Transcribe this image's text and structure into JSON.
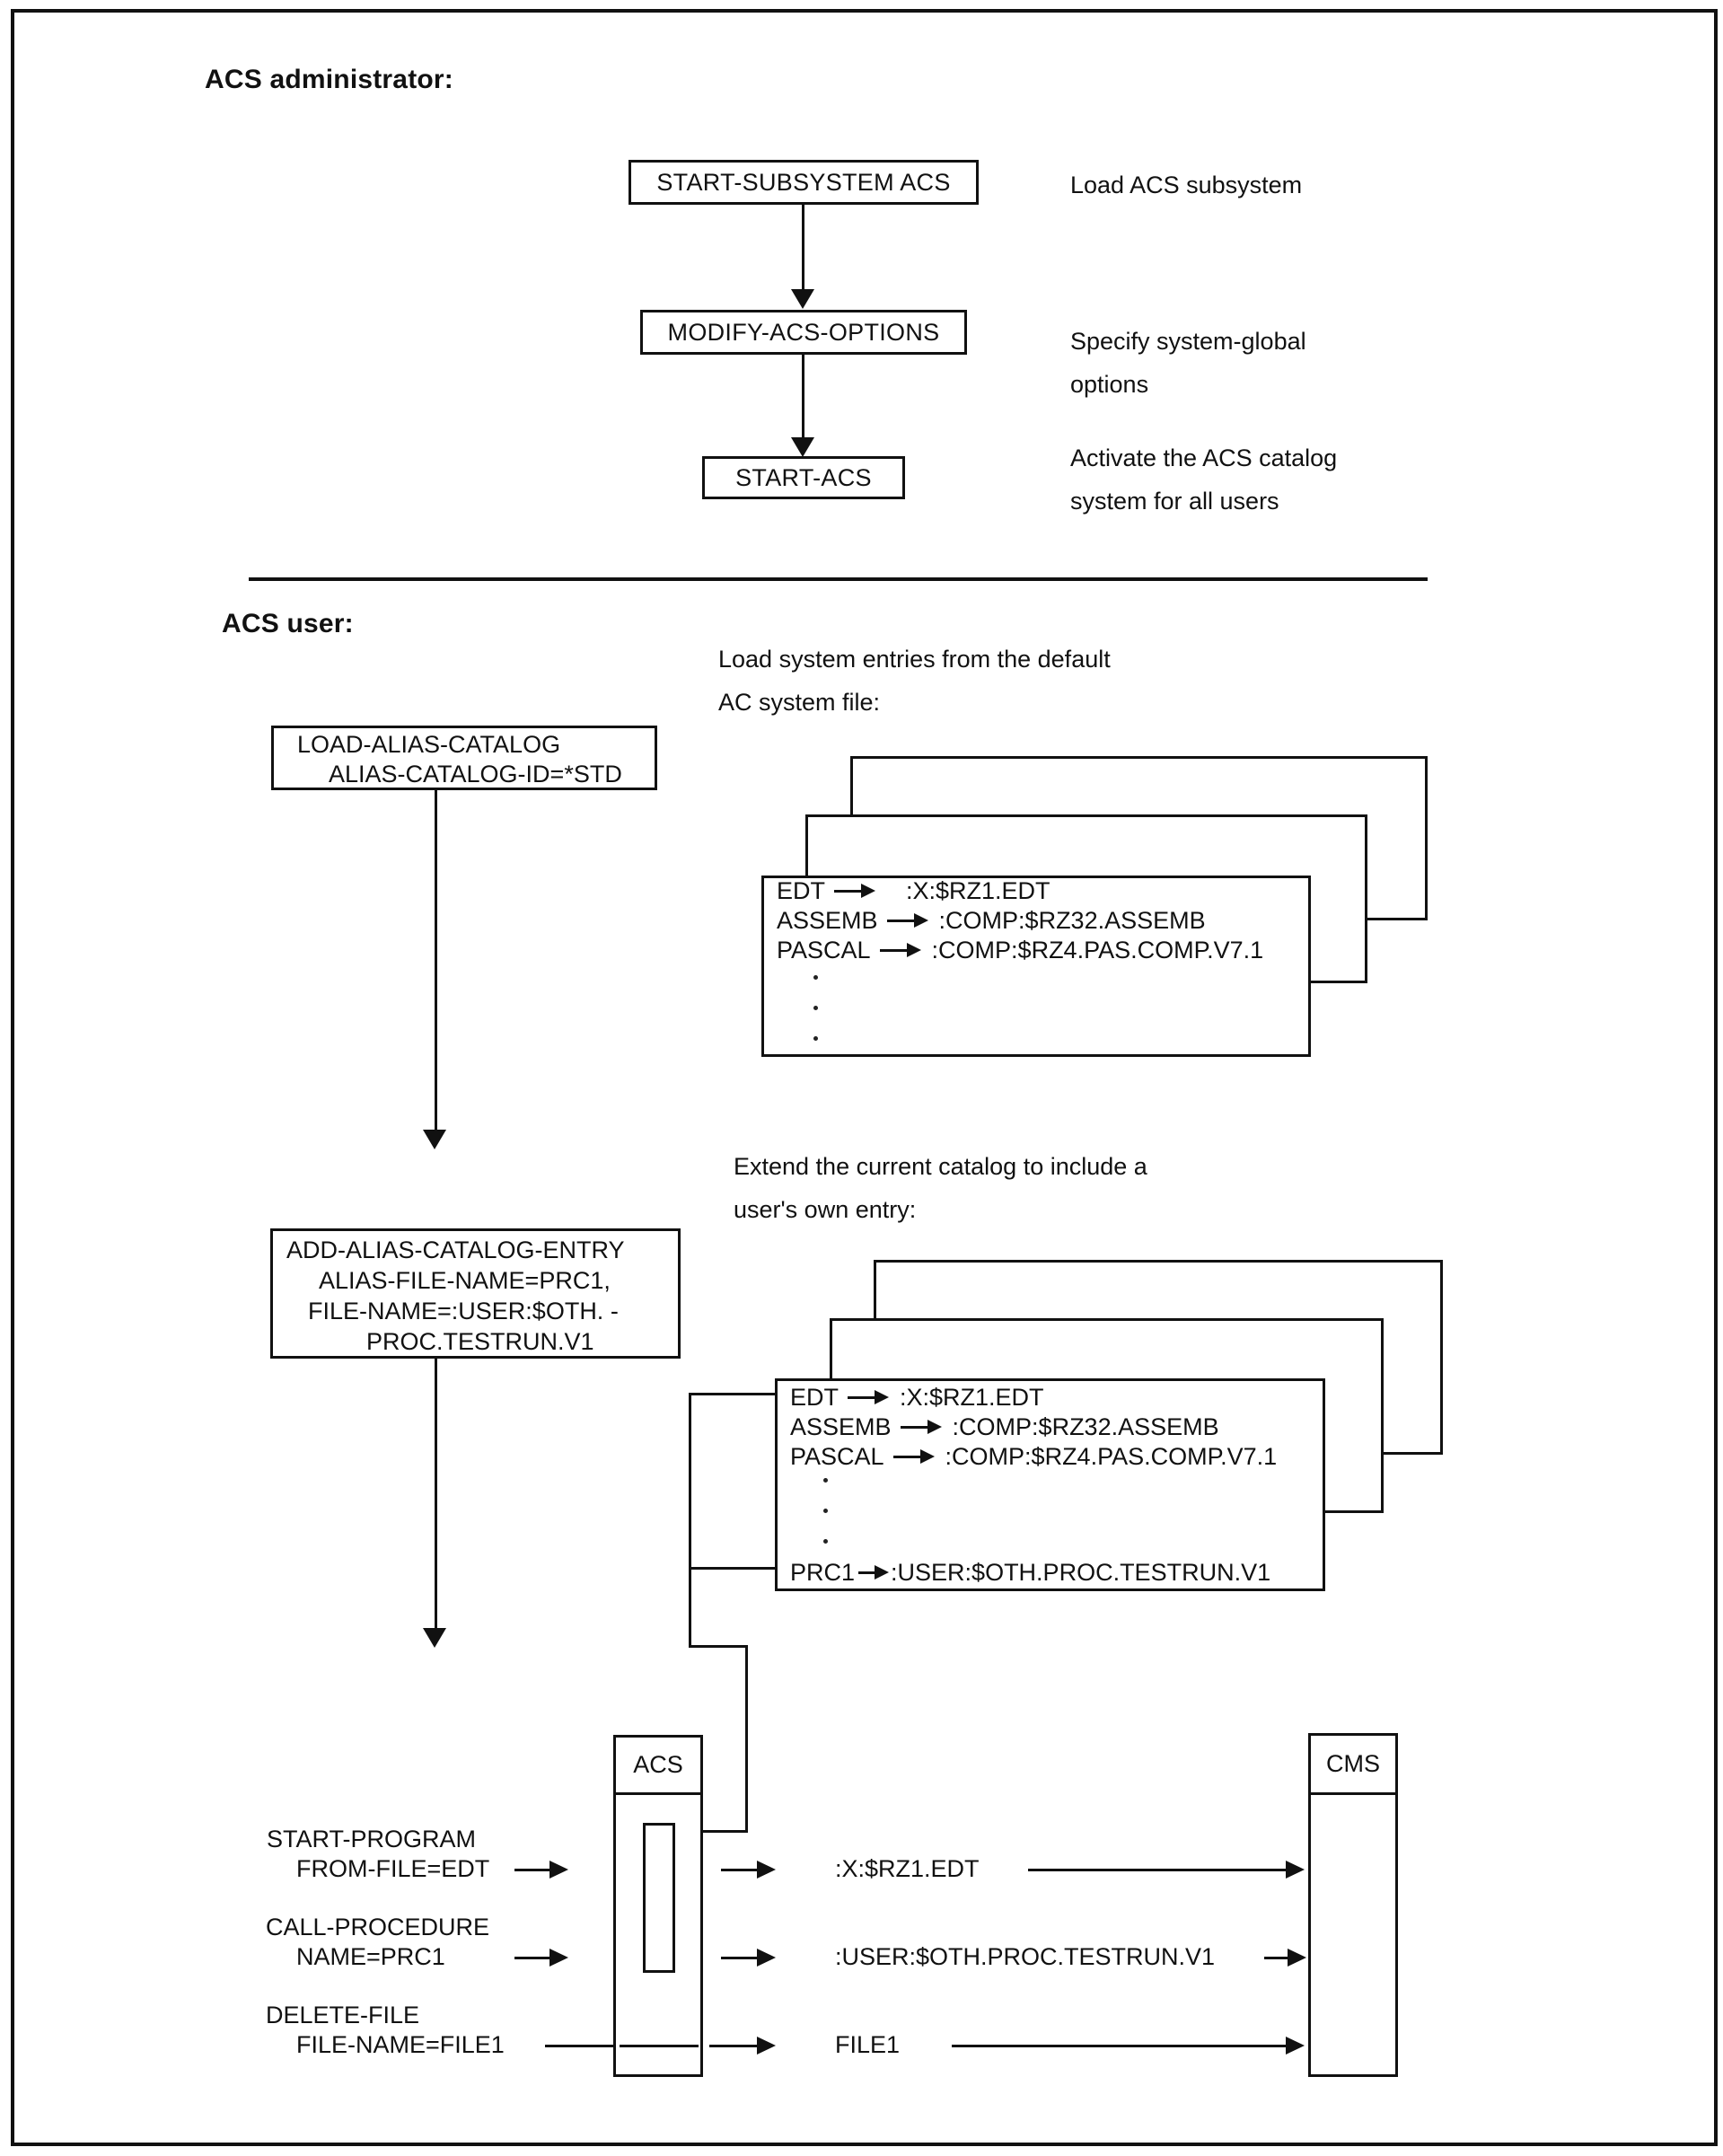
{
  "admin": {
    "heading": "ACS administrator:",
    "steps": [
      {
        "box": "START-SUBSYSTEM ACS",
        "note_lines": [
          "Load ACS subsystem",
          ""
        ]
      },
      {
        "box": "MODIFY-ACS-OPTIONS",
        "note_lines": [
          "Specify system-global",
          "options"
        ]
      },
      {
        "box": "START-ACS",
        "note_lines": [
          "Activate the ACS catalog",
          "system for all users"
        ]
      }
    ]
  },
  "user": {
    "heading": "ACS user:",
    "load_note": [
      "Load system entries from the default",
      "AC system file:"
    ],
    "load_box": [
      "LOAD-ALIAS-CATALOG",
      "ALIAS-CATALOG-ID=*STD"
    ],
    "extend_note": [
      "Extend the current catalog to include a",
      "user's own entry:"
    ],
    "add_box": [
      "ADD-ALIAS-CATALOG-ENTRY",
      "ALIAS-FILE-NAME=PRC1,",
      "FILE-NAME=:USER:$OTH. -",
      "PROC.TESTRUN.V1"
    ]
  },
  "catalog1": {
    "entries": [
      {
        "alias": "EDT",
        "file": ":X:$RZ1.EDT"
      },
      {
        "alias": "ASSEMB",
        "file": ":COMP:$RZ32.ASSEMB"
      },
      {
        "alias": "PASCAL",
        "file": ":COMP:$RZ4.PAS.COMP.V7.1"
      }
    ]
  },
  "catalog2": {
    "entries": [
      {
        "alias": "EDT",
        "file": ":X:$RZ1.EDT"
      },
      {
        "alias": "ASSEMB",
        "file": ":COMP:$RZ32.ASSEMB"
      },
      {
        "alias": "PASCAL",
        "file": ":COMP:$RZ4.PAS.COMP.V7.1"
      }
    ],
    "own_entry": {
      "alias": "PRC1",
      "file": ":USER:$OTH.PROC.TESTRUN.V1"
    }
  },
  "runtime": {
    "acs_label": "ACS",
    "cms_label": "CMS",
    "commands": [
      {
        "line1": "START-PROGRAM",
        "line2": "FROM-FILE=EDT",
        "resolved": ":X:$RZ1.EDT"
      },
      {
        "line1": "CALL-PROCEDURE",
        "line2": "NAME=PRC1",
        "resolved": ":USER:$OTH.PROC.TESTRUN.V1"
      },
      {
        "line1": "DELETE-FILE",
        "line2": "FILE-NAME=FILE1",
        "resolved": "FILE1"
      }
    ]
  }
}
